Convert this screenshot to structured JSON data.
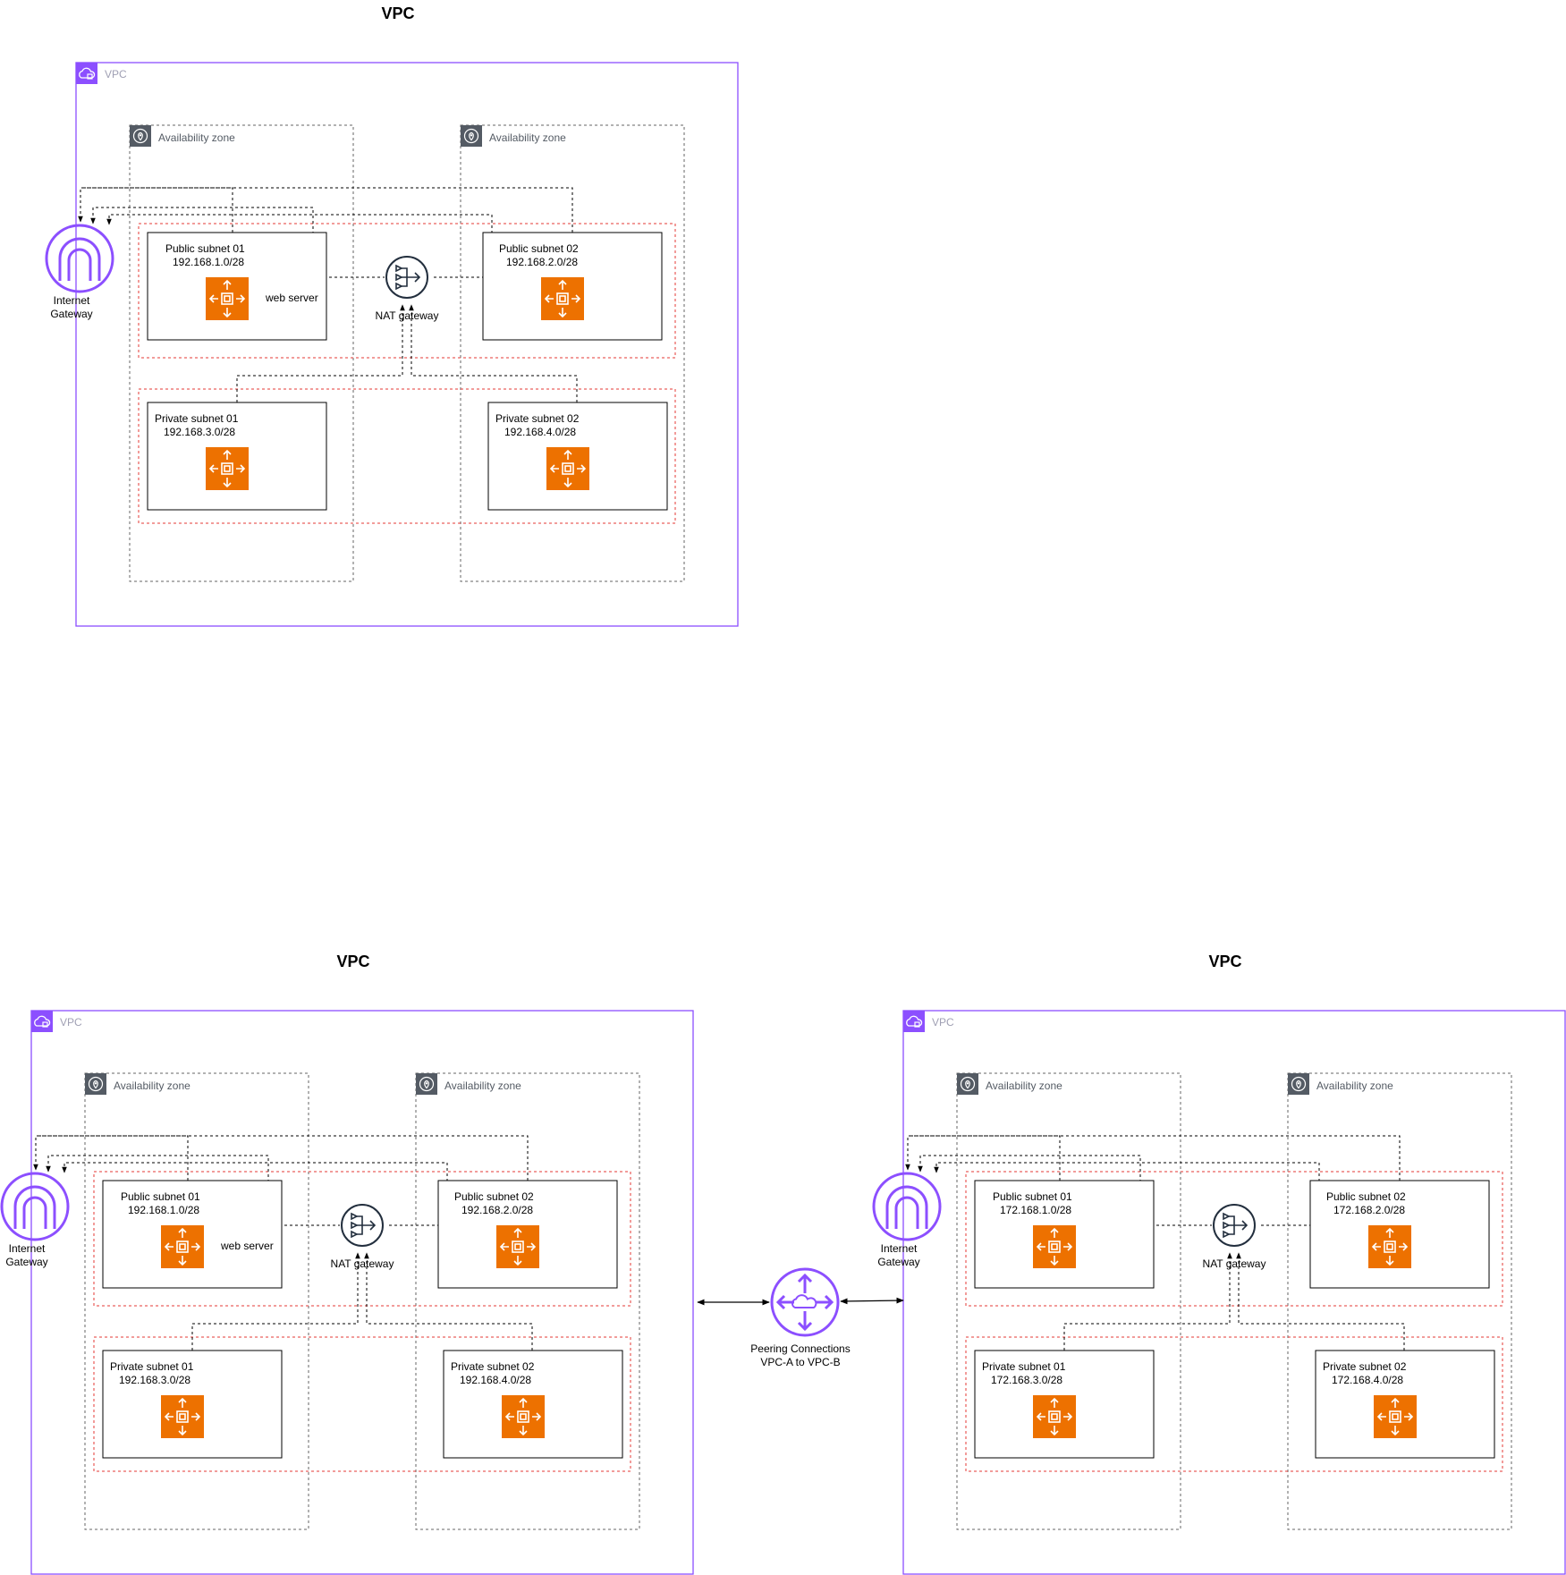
{
  "diagrams": [
    {
      "title": "VPC",
      "vpc_label": "VPC",
      "az_labels": [
        "Availability zone",
        "Availability zone"
      ],
      "igw_label": [
        "Internet",
        "Gateway"
      ],
      "nat_label": "NAT gateway",
      "web_server_label": "web server",
      "subnets": [
        {
          "name": "Public subnet 01",
          "cidr": "192.168.1.0/28"
        },
        {
          "name": "Public subnet 02",
          "cidr": "192.168.2.0/28"
        },
        {
          "name": "Private subnet 01",
          "cidr": "192.168.3.0/28"
        },
        {
          "name": "Private subnet 02",
          "cidr": "192.168.4.0/28"
        }
      ]
    },
    {
      "title": "VPC",
      "vpc_label": "VPC",
      "az_labels": [
        "Availability zone",
        "Availability zone"
      ],
      "igw_label": [
        "Internet",
        "Gateway"
      ],
      "nat_label": "NAT gateway",
      "web_server_label": "web server",
      "subnets": [
        {
          "name": "Public subnet 01",
          "cidr": "192.168.1.0/28"
        },
        {
          "name": "Public subnet 02",
          "cidr": "192.168.2.0/28"
        },
        {
          "name": "Private subnet 01",
          "cidr": "192.168.3.0/28"
        },
        {
          "name": "Private subnet 02",
          "cidr": "192.168.4.0/28"
        }
      ]
    },
    {
      "title": "VPC",
      "vpc_label": "VPC",
      "az_labels": [
        "Availability zone",
        "Availability zone"
      ],
      "igw_label": [
        "Internet",
        "Gateway"
      ],
      "nat_label": "NAT gateway",
      "web_server_label": "",
      "subnets": [
        {
          "name": "Public subnet 01",
          "cidr": "172.168.1.0/28"
        },
        {
          "name": "Public subnet 02",
          "cidr": "172.168.2.0/28"
        },
        {
          "name": "Private subnet 01",
          "cidr": "172.168.3.0/28"
        },
        {
          "name": "Private subnet 02",
          "cidr": "172.168.4.0/28"
        }
      ]
    }
  ],
  "peering": {
    "label_line1": "Peering Connections",
    "label_line2": "VPC-A to VPC-B"
  },
  "colors": {
    "vpc": "#8c4fff",
    "ec2": "#ed7100",
    "az_icon": "#545b64",
    "security_group": "#e53935"
  },
  "icons": {
    "vpc": "vpc-cloud-icon",
    "az": "location-pin-icon",
    "igw": "internet-gateway-icon",
    "nat": "nat-gateway-icon",
    "ec2": "ec2-instance-icon",
    "peering": "peering-connection-icon"
  }
}
